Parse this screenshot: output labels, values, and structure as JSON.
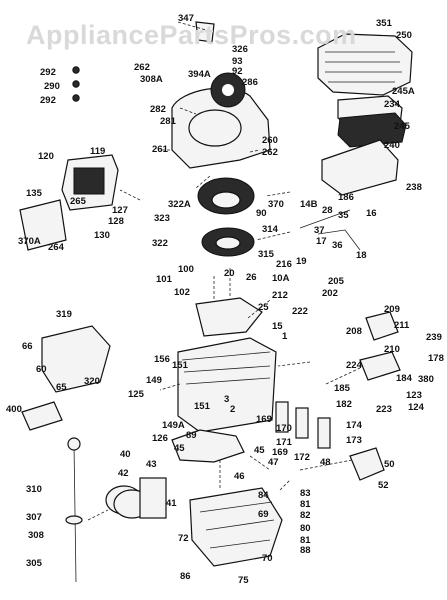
{
  "watermark": "AppliancePartsPros.com",
  "top_strip": "",
  "part_labels": {
    "l347": "347",
    "l351": "351",
    "l250": "250",
    "l326": "326",
    "l93": "93",
    "l92": "92",
    "l394a": "394A",
    "l286": "286",
    "l262a": "262",
    "l308a": "308A",
    "l292a": "292",
    "l290": "290",
    "l292b": "292",
    "l282": "282",
    "l281": "281",
    "l260": "260",
    "l262b": "262",
    "l261": "261",
    "l245a": "245A",
    "l234": "234",
    "l245": "245",
    "l240": "240",
    "l238": "238",
    "l120": "120",
    "l119": "119",
    "l135": "135",
    "l265": "265",
    "l127": "127",
    "l128": "128",
    "l130": "130",
    "l370a": "370A",
    "l264": "264",
    "l322a": "322A",
    "l323": "323",
    "l90": "90",
    "l370": "370",
    "l314": "314",
    "l322": "322",
    "l315": "315",
    "l14b": "14B",
    "l186": "186",
    "l28": "28",
    "l35": "35",
    "l16": "16",
    "l37": "37",
    "l17": "17",
    "l36": "36",
    "l18": "18",
    "l100": "100",
    "l101": "101",
    "l102": "102",
    "l20": "20",
    "l26": "26",
    "l216": "216",
    "l19": "19",
    "l10a": "10A",
    "l205": "205",
    "l212": "212",
    "l202": "202",
    "l25": "25",
    "l222": "222",
    "l319": "319",
    "l66": "66",
    "l60": "60",
    "l65": "65",
    "l320": "320",
    "l15": "15",
    "l1": "1",
    "l209": "209",
    "l208": "208",
    "l211": "211",
    "l239": "239",
    "l210": "210",
    "l178": "178",
    "l224": "224",
    "l184": "184",
    "l380": "380",
    "l185": "185",
    "l182": "182",
    "l223": "223",
    "l123": "123",
    "l124": "124",
    "l156": "156",
    "l151a": "151",
    "l125": "125",
    "l149": "149",
    "l151b": "151",
    "l149a": "149A",
    "l126": "126",
    "l89": "89",
    "l3": "3",
    "l2": "2",
    "l169a": "169",
    "l170": "170",
    "l171": "171",
    "l169b": "169",
    "l172": "172",
    "l174": "174",
    "l173": "173",
    "l400": "400",
    "l40": "40",
    "l43": "43",
    "l42": "42",
    "l45a": "45",
    "l41": "41",
    "l45b": "45",
    "l47": "47",
    "l46": "46",
    "l48": "48",
    "l50": "50",
    "l52": "52",
    "l310": "310",
    "l307": "307",
    "l308": "308",
    "l305": "305",
    "l84": "84",
    "l83": "83",
    "l81a": "81",
    "l82": "82",
    "l80": "80",
    "l81b": "81",
    "l88": "88",
    "l69": "69",
    "l72": "72",
    "l70": "70",
    "l86": "86",
    "l75": "75"
  }
}
